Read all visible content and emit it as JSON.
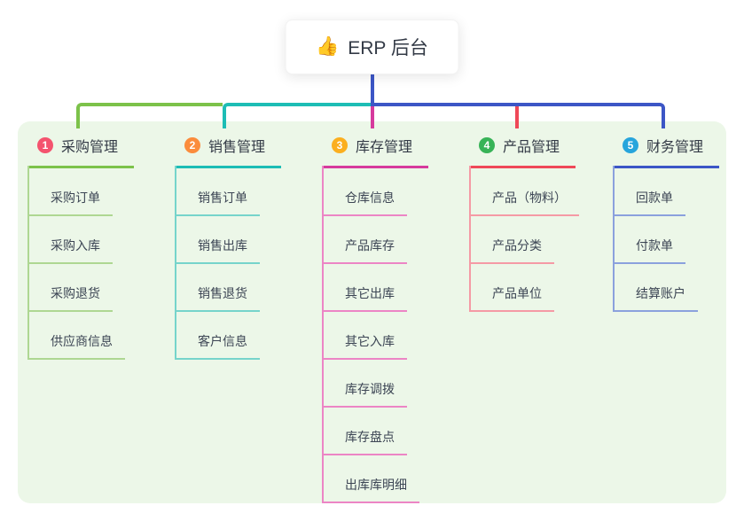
{
  "root": {
    "icon": "👍",
    "label": "ERP 后台"
  },
  "branches": [
    {
      "num": "1",
      "label": "采购管理",
      "line_color": "#7cc24a",
      "light_color": "#aed792",
      "badge_color": "#f4536e",
      "children": [
        "采购订单",
        "采购入库",
        "采购退货",
        "供应商信息"
      ]
    },
    {
      "num": "2",
      "label": "销售管理",
      "line_color": "#1dbdb5",
      "light_color": "#76d4cb",
      "badge_color": "#fb8c3c",
      "children": [
        "销售订单",
        "销售出库",
        "销售退货",
        "客户信息"
      ]
    },
    {
      "num": "3",
      "label": "库存管理",
      "line_color": "#d63a9d",
      "light_color": "#ec85c5",
      "badge_color": "#fbaf1f",
      "children": [
        "仓库信息",
        "产品库存",
        "其它出库",
        "其它入库",
        "库存调拨",
        "库存盘点",
        "出库库明细"
      ]
    },
    {
      "num": "4",
      "label": "产品管理",
      "line_color": "#ef4858",
      "light_color": "#f59aa5",
      "badge_color": "#37b357",
      "children": [
        "产品（物料）",
        "产品分类",
        "产品单位"
      ]
    },
    {
      "num": "5",
      "label": "财务管理",
      "line_color": "#3c56c6",
      "light_color": "#8ba1dd",
      "badge_color": "#27a5dc",
      "children": [
        "回款单",
        "付款单",
        "结算账户"
      ]
    }
  ],
  "colors": {
    "page_bg": "#ffffff",
    "panel_bg": "#ecf7e8",
    "root_stem": "#3c56c6",
    "text_dark": "#333a46",
    "text_item": "#3c4554"
  }
}
